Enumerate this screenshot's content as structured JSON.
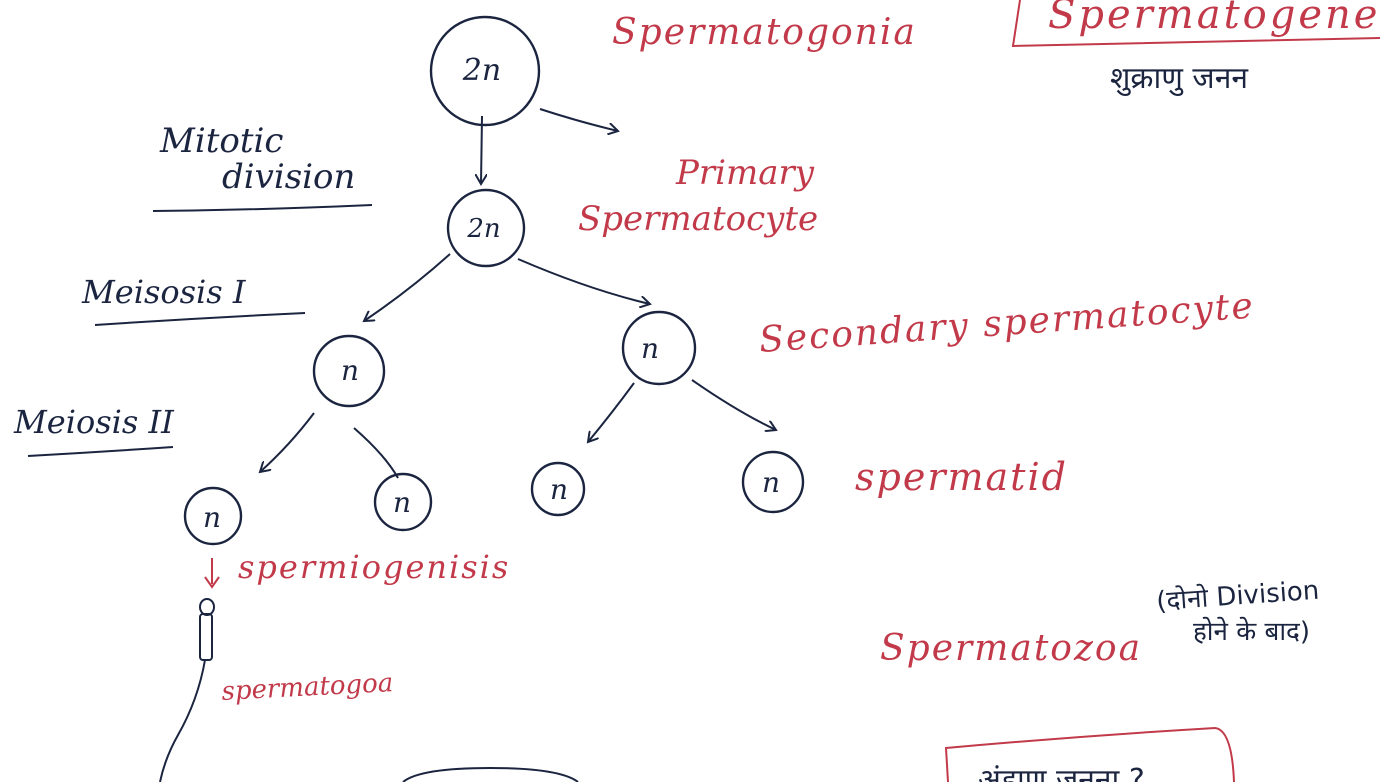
{
  "title_partial": "Spermatogenesis",
  "title_hindi": "शुक्राणु जनन",
  "nodes": {
    "spermatogonia": "2n",
    "primary": "2n",
    "secondary_left": "n",
    "secondary_right": "n",
    "spermatid_1": "n",
    "spermatid_2": "n",
    "spermatid_3": "n",
    "spermatid_4": "n"
  },
  "labels": {
    "spermatogonia": "Spermatogonia",
    "primary_line1": "Primary",
    "primary_line2": "Spermatocyte",
    "secondary": "Secondary spermatocyte",
    "spermatid": "spermatid",
    "spermiogenesis": "spermiogenisis",
    "spermatozoa_small": "spermatogoa",
    "spermatozoa": "Spermatozoa",
    "note_line1": "(दोनो Division",
    "note_line2": "होने के बाद)"
  },
  "stages": {
    "mitotic_line1": "Mitotic",
    "mitotic_line2": "division",
    "meiosis1": "Meisosis I",
    "meiosis2": "Meiosis II"
  },
  "bottom_box_partial": "अंडाणु जनना ?",
  "colors": {
    "ink_blue": "#1b2540",
    "ink_red": "#c23a4a"
  }
}
